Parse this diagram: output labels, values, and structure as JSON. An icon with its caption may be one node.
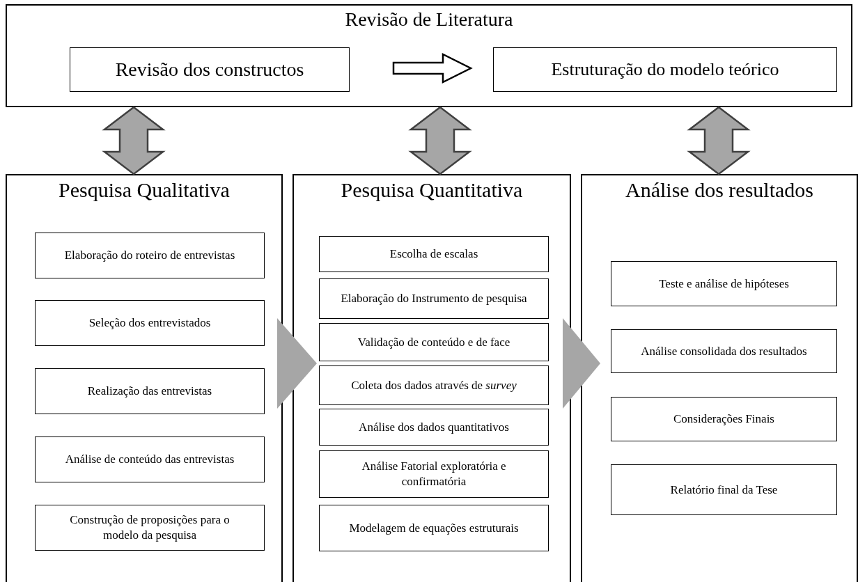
{
  "diagram": {
    "nodes": [
      {
        "text": [
          "Revisão de Literatura"
        ]
      },
      {
        "text": [
          "Revisão dos constructos"
        ],
        "in": 0
      },
      {
        "text": [
          "Estruturação do modelo teórico"
        ],
        "in": 0
      },
      {
        "text": [
          "Pesquisa Qualitativa"
        ]
      },
      {
        "text": [
          "Elaboração do roteiro de entrevistas"
        ],
        "in": 3
      },
      {
        "text": [
          "Seleção dos entrevistados"
        ],
        "in": 3
      },
      {
        "text": [
          "Realização das entrevistas"
        ],
        "in": 3
      },
      {
        "text": [
          "Análise de conteúdo das entrevistas"
        ],
        "in": 3
      },
      {
        "text": [
          "Construção de proposições para o modelo da pesquisa"
        ],
        "in": 3
      },
      {
        "text": [
          "Pesquisa Quantitativa"
        ]
      },
      {
        "text": [
          "Escolha de escalas"
        ],
        "in": 9
      },
      {
        "text": [
          "Elaboração do Instrumento de pesquisa"
        ],
        "in": 9
      },
      {
        "text": [
          "Validação de conteúdo e de face"
        ],
        "in": 9
      },
      {
        "text": [
          "Coleta dos dados através de *survey*"
        ],
        "in": 9
      },
      {
        "text": [
          "Análise dos dados quantitativos"
        ],
        "in": 9
      },
      {
        "text": [
          "Análise Fatorial exploratória e confirmatória"
        ],
        "in": 9
      },
      {
        "text": [
          "Modelagem de equações estruturais"
        ],
        "in": 9
      },
      {
        "text": [
          "Análise dos resultados"
        ]
      },
      {
        "text": [
          "Teste e análise de hipóteses"
        ],
        "in": 17
      },
      {
        "text": [
          "Análise consolidada dos resultados"
        ],
        "in": 17
      },
      {
        "text": [
          "Considerações Finais"
        ],
        "in": 17
      },
      {
        "text": [
          "Relatório final da Tese"
        ],
        "in": 17
      }
    ],
    "edges": [
      {
        "from": 1,
        "to": 2,
        "arrow": "to"
      },
      {
        "from": 0,
        "to": 3,
        "arrow": "both",
        "style": "thick"
      },
      {
        "from": 0,
        "to": 9,
        "arrow": "both",
        "style": "thick"
      },
      {
        "from": 0,
        "to": 17,
        "arrow": "both",
        "style": "thick"
      },
      {
        "from": 3,
        "to": 9,
        "arrow": "to",
        "style": "thick"
      },
      {
        "from": 9,
        "to": 17,
        "arrow": "to",
        "style": "thick"
      }
    ]
  }
}
